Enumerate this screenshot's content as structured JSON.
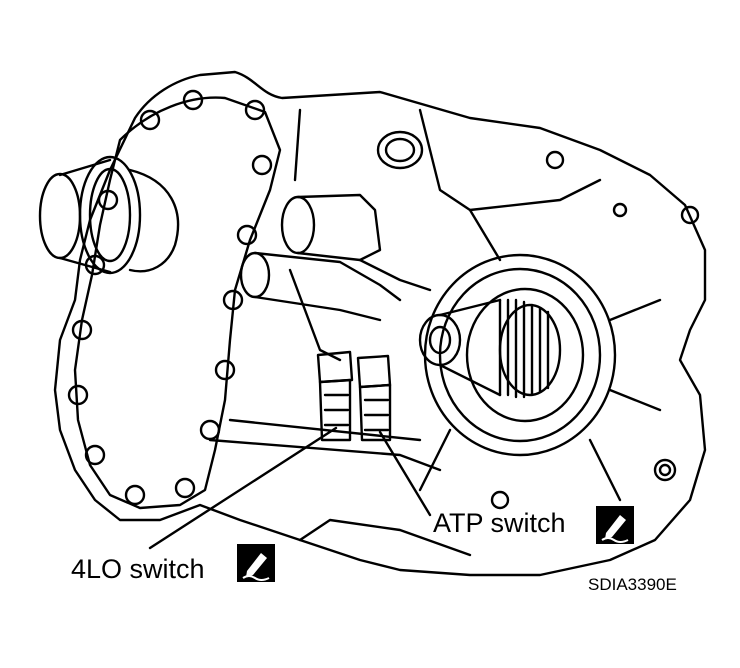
{
  "labels": {
    "atp_switch": "ATP switch",
    "lo_switch": "4LO switch",
    "figure_code": "SDIA3390E"
  },
  "icons": {
    "atp_sealant": "sealant-application-icon",
    "lo_sealant": "sealant-application-icon"
  },
  "colors": {
    "line": "#000000",
    "background": "#ffffff"
  }
}
